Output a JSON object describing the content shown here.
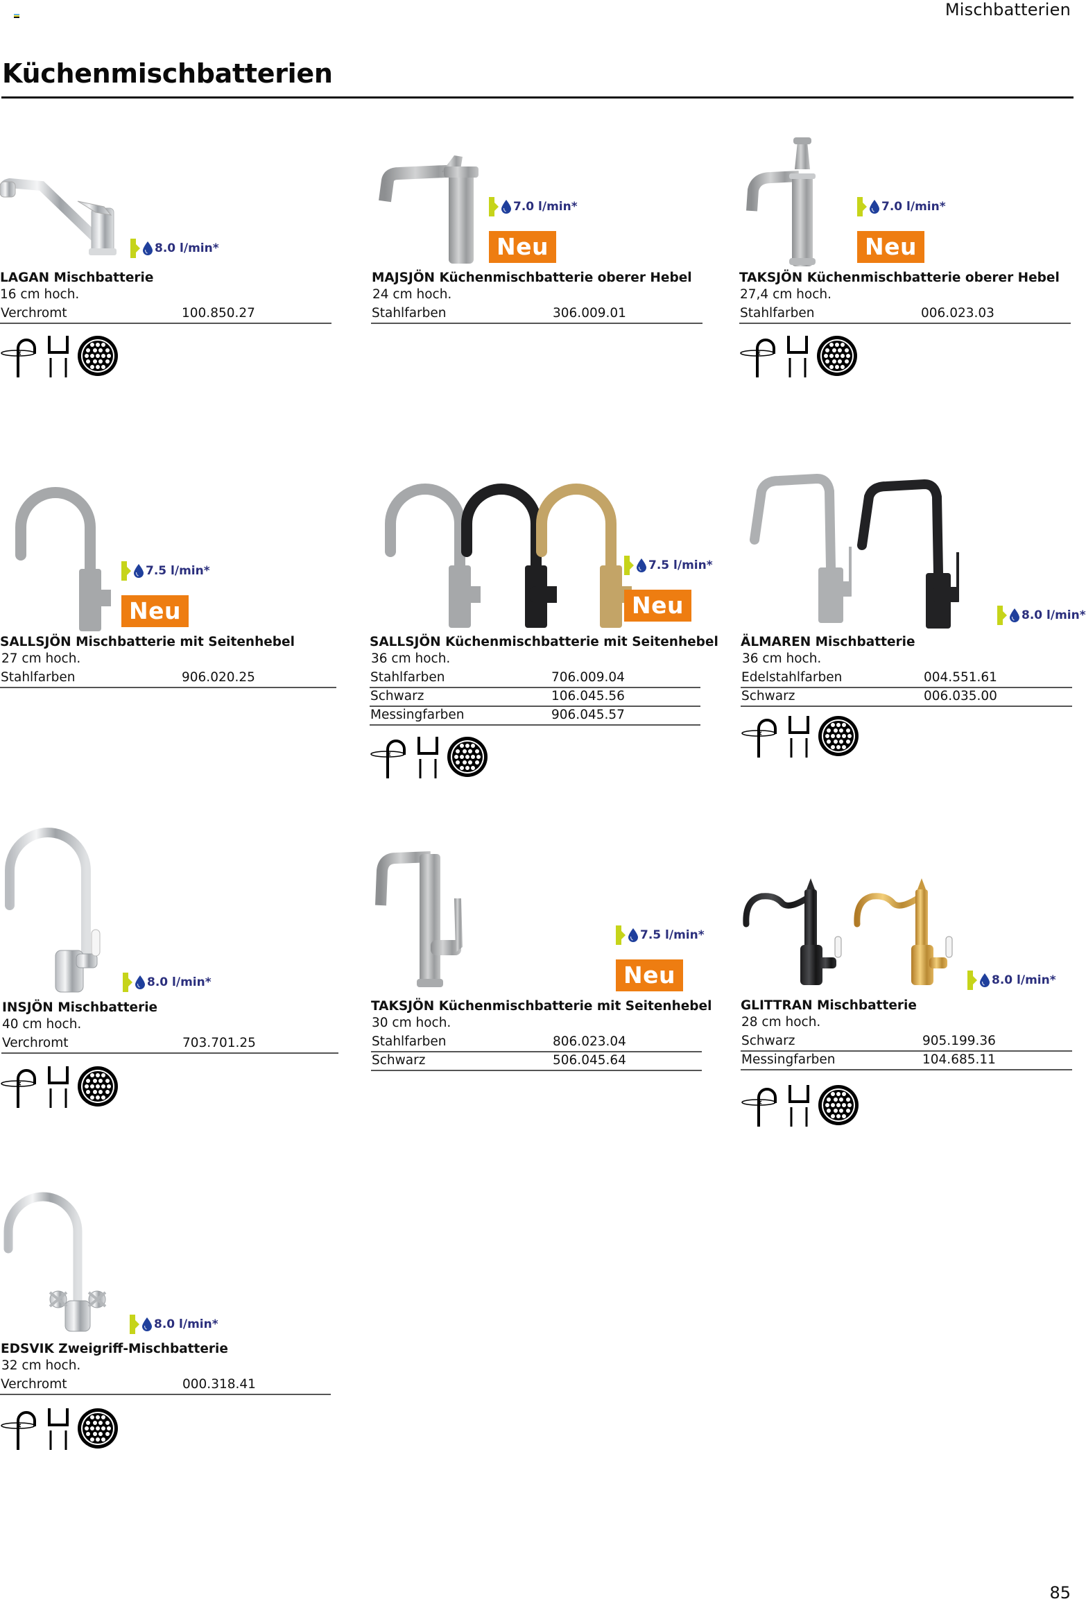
{
  "header": {
    "section": "Mischbatterien",
    "title": "Küchenmischbatterien",
    "registration_mark_colors": [
      "#5fb0e8",
      "#e04fb0",
      "#f2e23a",
      "#111111"
    ]
  },
  "footer": {
    "page_number": "85"
  },
  "colors": {
    "flow_chevron": "#c6d41a",
    "flow_text": "#2b2f7d",
    "new_badge_bg": "#ee7d11",
    "new_badge_text": "#ffffff"
  },
  "feature_icons": [
    "swivel-spout-icon",
    "sink-mount-icon",
    "aerator-strainer-icon"
  ],
  "products": [
    {
      "name": "LAGAN Mischbatterie",
      "height": "16 cm hoch.",
      "flow": "8.0 l/min*",
      "new_badge": "",
      "variants": [
        {
          "color": "Verchromt",
          "article": "100.850.27"
        }
      ],
      "has_icons": true,
      "finishes": [
        "chrome"
      ]
    },
    {
      "name": "MAJSJÖN Küchenmischbatterie oberer Hebel",
      "height": "24 cm hoch.",
      "flow": "7.0 l/min*",
      "new_badge": "Neu",
      "variants": [
        {
          "color": "Stahlfarben",
          "article": "306.009.01"
        }
      ],
      "has_icons": false,
      "finishes": [
        "steel"
      ]
    },
    {
      "name": "TAKSJÖN Küchenmischbatterie oberer Hebel",
      "height": "27,4 cm hoch.",
      "flow": "7.0 l/min*",
      "new_badge": "Neu",
      "variants": [
        {
          "color": "Stahlfarben",
          "article": "006.023.03"
        }
      ],
      "has_icons": true,
      "finishes": [
        "steel"
      ]
    },
    {
      "name": "SALLSJÖN Mischbatterie mit Seitenhebel",
      "height": "27 cm hoch.",
      "flow": "7.5 l/min*",
      "new_badge": "Neu",
      "variants": [
        {
          "color": "Stahlfarben",
          "article": "906.020.25"
        }
      ],
      "has_icons": false,
      "finishes": [
        "steel"
      ]
    },
    {
      "name": "SALLSJÖN Küchenmischbatterie mit Seitenhebel",
      "height": "36 cm hoch.",
      "flow": "7.5 l/min*",
      "new_badge": "Neu",
      "variants": [
        {
          "color": "Stahlfarben",
          "article": "706.009.04"
        },
        {
          "color": "Schwarz",
          "article": "106.045.56"
        },
        {
          "color": "Messingfarben",
          "article": "906.045.57"
        }
      ],
      "has_icons": true,
      "finishes": [
        "steel",
        "black",
        "brass"
      ]
    },
    {
      "name": "ÄLMAREN Mischbatterie",
      "height": "36 cm hoch.",
      "flow": "8.0 l/min*",
      "new_badge": "",
      "variants": [
        {
          "color": "Edelstahlfarben",
          "article": "004.551.61"
        },
        {
          "color": "Schwarz",
          "article": "006.035.00"
        }
      ],
      "has_icons": true,
      "finishes": [
        "steel",
        "black"
      ]
    },
    {
      "name": "INSJÖN Mischbatterie",
      "height": "40 cm hoch.",
      "flow": "8.0 l/min*",
      "new_badge": "",
      "variants": [
        {
          "color": "Verchromt",
          "article": "703.701.25"
        }
      ],
      "has_icons": true,
      "finishes": [
        "chrome"
      ]
    },
    {
      "name": "TAKSJÖN Küchenmischbatterie mit Seitenhebel",
      "height": "30 cm hoch.",
      "flow": "7.5 l/min*",
      "new_badge": "Neu",
      "variants": [
        {
          "color": "Stahlfarben",
          "article": "806.023.04"
        },
        {
          "color": "Schwarz",
          "article": "506.045.64"
        }
      ],
      "has_icons": false,
      "finishes": [
        "steel"
      ]
    },
    {
      "name": "GLITTRAN Mischbatterie",
      "height": "28 cm hoch.",
      "flow": "8.0 l/min*",
      "new_badge": "",
      "variants": [
        {
          "color": "Schwarz",
          "article": "905.199.36"
        },
        {
          "color": "Messingfarben",
          "article": "104.685.11"
        }
      ],
      "has_icons": true,
      "finishes": [
        "black",
        "brass"
      ]
    },
    {
      "name": "EDSVIK Zweigriff-Mischbatterie",
      "height": "32 cm hoch.",
      "flow": "8.0 l/min*",
      "new_badge": "",
      "variants": [
        {
          "color": "Verchromt",
          "article": "000.318.41"
        }
      ],
      "has_icons": true,
      "finishes": [
        "chrome"
      ]
    }
  ]
}
